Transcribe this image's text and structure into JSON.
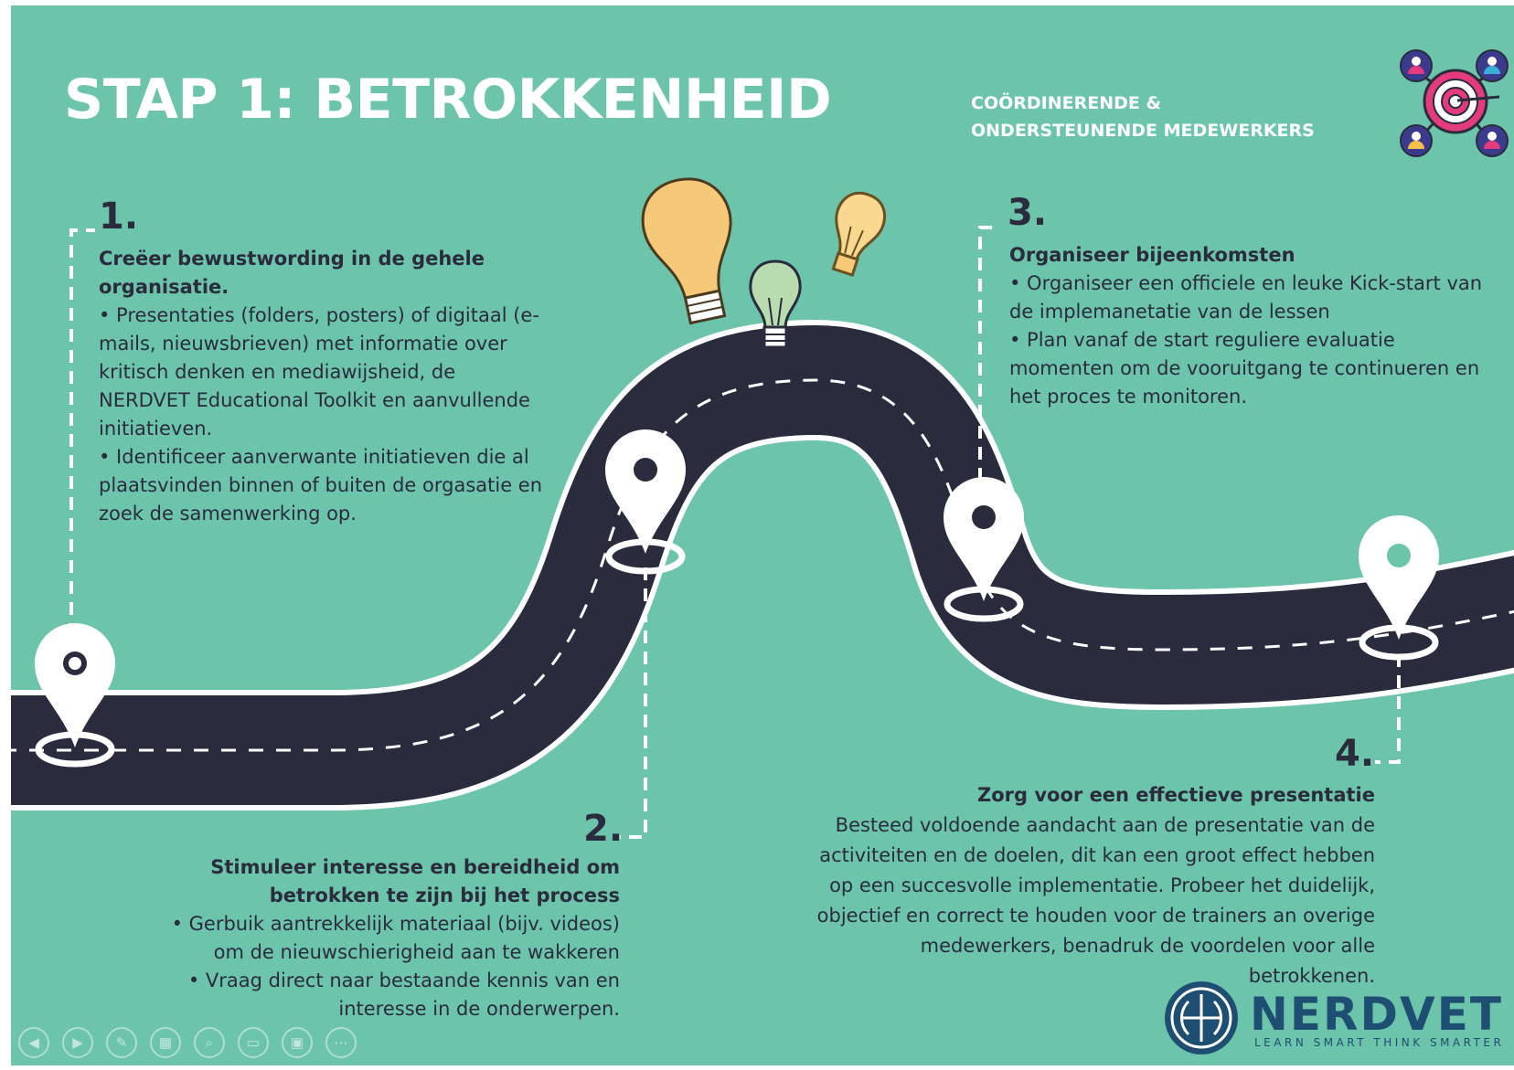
{
  "slide": {
    "title": "STAP 1: BETROKKENHEID",
    "subtitle_line1": "COÖRDINERENDE &",
    "subtitle_line2": "ONDERSTEUNENDE MEDEWERKERS",
    "background_color": "#6cc4aa",
    "road_color": "#2b2b3e",
    "icons": [
      "target-people-icon",
      "lightbulb-icon",
      "map-pin-icon"
    ]
  },
  "steps": [
    {
      "number": "1.",
      "heading_line1": "Creëer bewustwording in de gehele",
      "heading_line2": "organisatie.",
      "lines": [
        "• Presentaties (folders, posters) of digitaal (e-",
        "mails, nieuwsbrieven) met informatie over",
        "kritisch denken en mediawijsheid, de",
        "NERDVET Educational Toolkit en aanvullende",
        "initiatieven.",
        "• Identificeer aanverwante initiatieven die al",
        "plaatsvinden binnen of buiten de orgasatie en",
        "zoek de samenwerking op."
      ]
    },
    {
      "number": "2.",
      "heading_line1": "Stimuleer interesse en bereidheid om",
      "heading_line2": "betrokken te zijn bij het process",
      "lines": [
        "• Gerbuik aantrekkelijk materiaal (bijv. videos)",
        "om de nieuwschierigheid aan te wakkeren",
        "• Vraag direct naar bestaande kennis van en",
        "interesse in de onderwerpen."
      ]
    },
    {
      "number": "3.",
      "heading_line1": "Organiseer bijeenkomsten",
      "lines": [
        "• Organiseer een officiele en leuke Kick-start van",
        "de implemanetatie van de lessen",
        "• Plan vanaf de start reguliere evaluatie",
        "momenten om de vooruitgang te continueren en",
        "het proces te monitoren."
      ]
    },
    {
      "number": "4.",
      "heading_line1": "Zorg voor een effectieve presentatie",
      "lines": [
        "Besteed voldoende aandacht aan de presentatie van de",
        "activiteiten en de doelen, dit kan een groot effect hebben",
        "op een succesvolle implementatie. Probeer het duidelijk,",
        "objectief en correct te houden voor de trainers an overige",
        "medewerkers, benadruk de voordelen voor alle",
        "betrokkenen."
      ]
    }
  ],
  "logo": {
    "name": "NERDVET",
    "tagline": "LEARN SMART THINK SMARTER",
    "color": "#1e4e72"
  },
  "toolbar": {
    "buttons": [
      {
        "name": "previous-slide-button",
        "icon": "◀"
      },
      {
        "name": "next-slide-button",
        "icon": "▶"
      },
      {
        "name": "pen-tool-button",
        "icon": "✎"
      },
      {
        "name": "see-all-slides-button",
        "icon": "▦"
      },
      {
        "name": "zoom-button",
        "icon": "⌕"
      },
      {
        "name": "subtitles-button",
        "icon": "▭"
      },
      {
        "name": "camera-button",
        "icon": "▣"
      },
      {
        "name": "more-options-button",
        "icon": "⋯"
      }
    ]
  }
}
